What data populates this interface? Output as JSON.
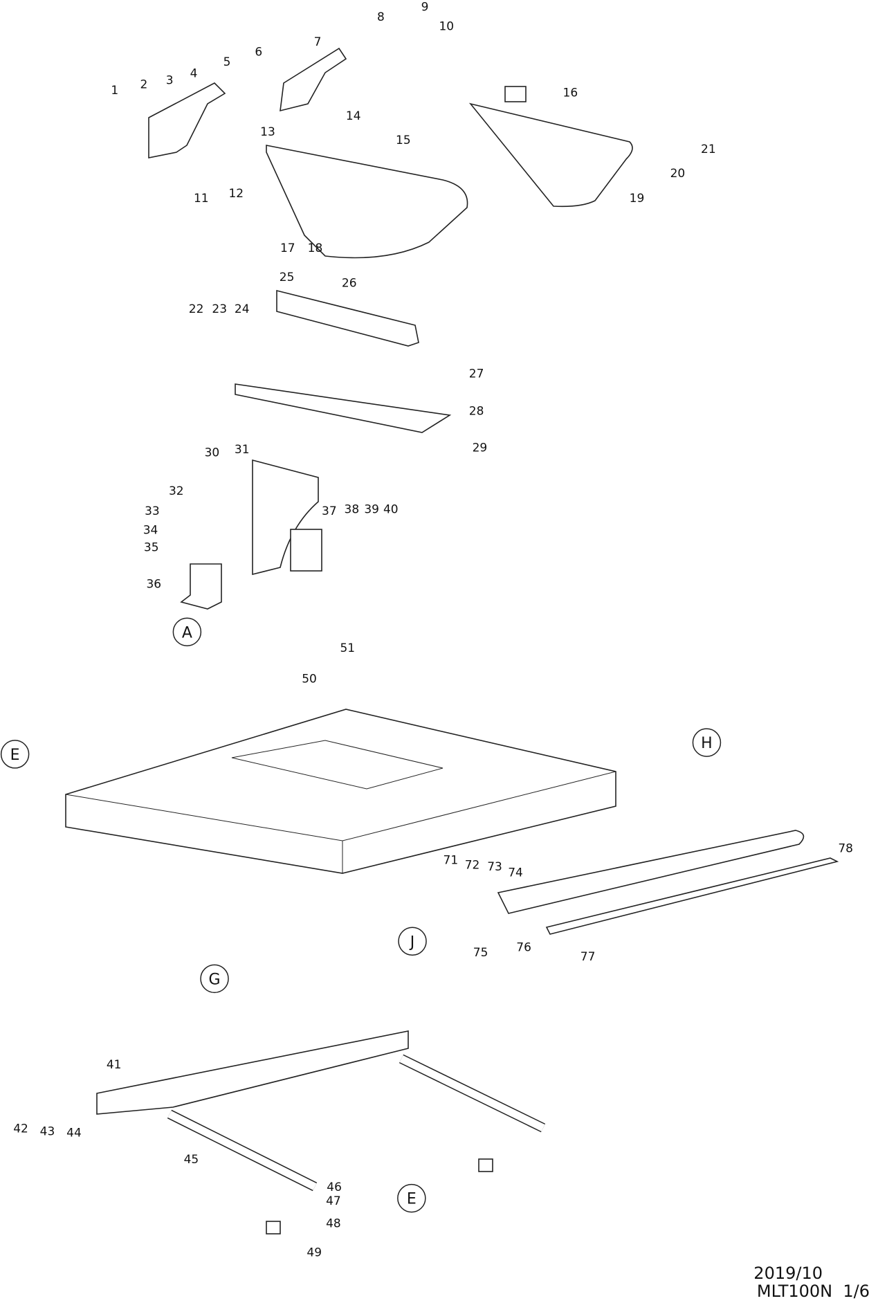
{
  "diagram": {
    "part_numbers": [
      "1",
      "2",
      "3",
      "4",
      "5",
      "6",
      "7",
      "8",
      "9",
      "10",
      "11",
      "12",
      "13",
      "14",
      "15",
      "16",
      "17",
      "18",
      "19",
      "20",
      "21",
      "22",
      "23",
      "24",
      "25",
      "26",
      "27",
      "28",
      "29",
      "30",
      "31",
      "32",
      "33",
      "34",
      "35",
      "36",
      "37",
      "38",
      "39",
      "40",
      "41",
      "42",
      "43",
      "44",
      "45",
      "46",
      "47",
      "48",
      "49",
      "50",
      "51",
      "71",
      "72",
      "73",
      "74",
      "75",
      "76",
      "77",
      "78"
    ],
    "reference_letters": [
      "A",
      "E",
      "H",
      "G",
      "J",
      "E"
    ]
  },
  "footer": {
    "date": "2019/10",
    "model_page": "MLT100N  1/6"
  }
}
